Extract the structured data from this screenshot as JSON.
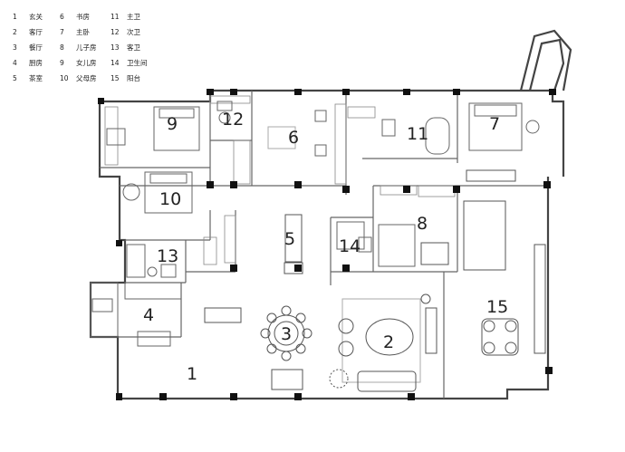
{
  "legend": [
    {
      "num": "1",
      "label": "玄关"
    },
    {
      "num": "2",
      "label": "客厅"
    },
    {
      "num": "3",
      "label": "餐厅"
    },
    {
      "num": "4",
      "label": "厨房"
    },
    {
      "num": "5",
      "label": "茶室"
    },
    {
      "num": "6",
      "label": "书房"
    },
    {
      "num": "7",
      "label": "主卧"
    },
    {
      "num": "8",
      "label": "儿子房"
    },
    {
      "num": "9",
      "label": "女儿房"
    },
    {
      "num": "10",
      "label": "父母房"
    },
    {
      "num": "11",
      "label": "主卫"
    },
    {
      "num": "12",
      "label": "次卫"
    },
    {
      "num": "13",
      "label": "客卫"
    },
    {
      "num": "14",
      "label": "卫生间"
    },
    {
      "num": "15",
      "label": "阳台"
    }
  ],
  "rooms": {
    "r1": "1",
    "r2": "2",
    "r3": "3",
    "r4": "4",
    "r5": "5",
    "r6": "6",
    "r7": "7",
    "r8": "8",
    "r9": "9",
    "r10": "10",
    "r11": "11",
    "r12": "12",
    "r13": "13",
    "r14": "14",
    "r15": "15"
  }
}
